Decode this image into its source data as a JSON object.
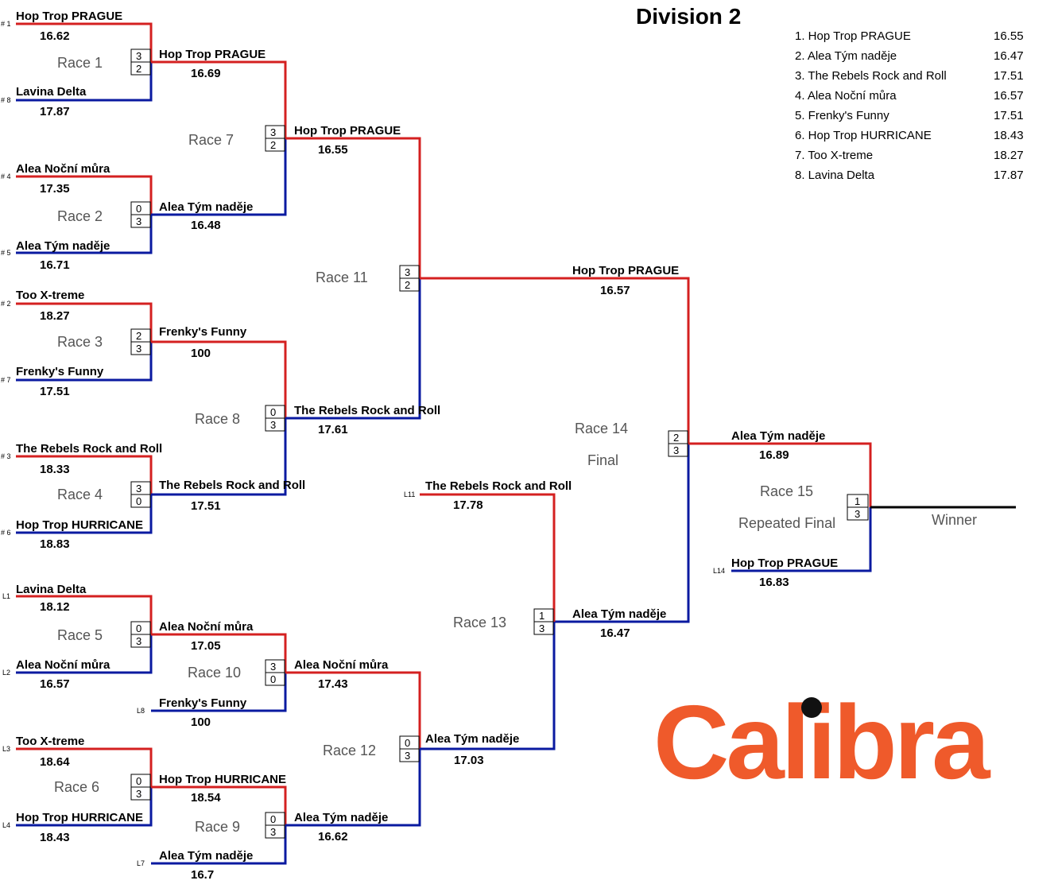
{
  "title": "Division 2",
  "standings": [
    {
      "label": "1. Hop Trop PRAGUE",
      "time": "16.55"
    },
    {
      "label": "2. Alea Tým naděje",
      "time": "16.47"
    },
    {
      "label": "3. The Rebels Rock and Roll",
      "time": "17.51"
    },
    {
      "label": "4. Alea Noční můra",
      "time": "16.57"
    },
    {
      "label": "5. Frenky's Funny",
      "time": "17.51"
    },
    {
      "label": "6. Hop Trop HURRICANE",
      "time": "18.43"
    },
    {
      "label": "7. Too X-treme",
      "time": "18.27"
    },
    {
      "label": "8. Lavina Delta",
      "time": "17.87"
    }
  ],
  "entries": [
    {
      "seed": "# 1",
      "team": "Hop Trop PRAGUE",
      "time": "16.62",
      "color": "red"
    },
    {
      "seed": "# 8",
      "team": "Lavina Delta",
      "time": "17.87",
      "color": "blue"
    },
    {
      "seed": "# 4",
      "team": "Alea Noční můra",
      "time": "17.35",
      "color": "red"
    },
    {
      "seed": "# 5",
      "team": "Alea Tým naděje",
      "time": "16.71",
      "color": "blue"
    },
    {
      "seed": "# 2",
      "team": "Too X-treme",
      "time": "18.27",
      "color": "red"
    },
    {
      "seed": "# 7",
      "team": "Frenky's Funny",
      "time": "17.51",
      "color": "blue"
    },
    {
      "seed": "# 3",
      "team": "The Rebels Rock and Roll",
      "time": "18.33",
      "color": "red"
    },
    {
      "seed": "# 6",
      "team": "Hop Trop HURRICANE",
      "time": "18.83",
      "color": "blue"
    },
    {
      "seed": "L1",
      "team": "Lavina Delta",
      "time": "18.12",
      "color": "red"
    },
    {
      "seed": "L2",
      "team": "Alea Noční můra",
      "time": "16.57",
      "color": "blue"
    },
    {
      "seed": "L8",
      "team": "Frenky's Funny",
      "time": "100",
      "color": "blue"
    },
    {
      "seed": "L3",
      "team": "Too X-treme",
      "time": "18.64",
      "color": "red"
    },
    {
      "seed": "L4",
      "team": "Hop Trop HURRICANE",
      "time": "18.43",
      "color": "blue"
    },
    {
      "seed": "L7",
      "team": "Alea Tým naděje",
      "time": "16.7",
      "color": "blue"
    },
    {
      "seed": "L11",
      "team": "The Rebels Rock and Roll",
      "time": "17.78",
      "color": "red"
    },
    {
      "seed": "L14",
      "team": "Hop Trop PRAGUE",
      "time": "16.83",
      "color": "blue"
    }
  ],
  "races": [
    {
      "name": "Race 1",
      "scores": [
        "3",
        "2"
      ],
      "winner": "Hop Trop PRAGUE",
      "time": "16.69",
      "color": "red"
    },
    {
      "name": "Race 2",
      "scores": [
        "0",
        "3"
      ],
      "winner": "Alea Tým naděje",
      "time": "16.48",
      "color": "blue"
    },
    {
      "name": "Race 3",
      "scores": [
        "2",
        "3"
      ],
      "winner": "Frenky's Funny",
      "time": "100",
      "color": "red"
    },
    {
      "name": "Race 4",
      "scores": [
        "3",
        "0"
      ],
      "winner": "The Rebels Rock and Roll",
      "time": "17.51",
      "color": "blue"
    },
    {
      "name": "Race 7",
      "scores": [
        "3",
        "2"
      ],
      "winner": "Hop Trop PRAGUE",
      "time": "16.55",
      "color": "red"
    },
    {
      "name": "Race 8",
      "scores": [
        "0",
        "3"
      ],
      "winner": "The Rebels Rock and Roll",
      "time": "17.61",
      "color": "blue"
    },
    {
      "name": "Race 11",
      "scores": [
        "3",
        "2"
      ],
      "winner": "Hop Trop PRAGUE",
      "time": "16.57",
      "color": "red"
    },
    {
      "name": "Race 5",
      "scores": [
        "0",
        "3"
      ],
      "winner": "Alea Noční můra",
      "time": "17.05",
      "color": "red"
    },
    {
      "name": "Race 6",
      "scores": [
        "0",
        "3"
      ],
      "winner": "Hop Trop HURRICANE",
      "time": "18.54",
      "color": "red"
    },
    {
      "name": "Race 10",
      "scores": [
        "3",
        "0"
      ],
      "winner": "Alea Noční můra",
      "time": "17.43",
      "color": "red"
    },
    {
      "name": "Race 9",
      "scores": [
        "0",
        "3"
      ],
      "winner": "Alea Tým naděje",
      "time": "16.62",
      "color": "blue"
    },
    {
      "name": "Race 12",
      "scores": [
        "0",
        "3"
      ],
      "winner": "Alea Tým naděje",
      "time": "17.03",
      "color": "blue"
    },
    {
      "name": "Race 13",
      "scores": [
        "1",
        "3"
      ],
      "winner": "Alea Tým naděje",
      "time": "16.47",
      "color": "blue"
    },
    {
      "name": "Race 14",
      "subtitle": "Final",
      "scores": [
        "2",
        "3"
      ],
      "winner": "Alea Tým naděje",
      "time": "16.89",
      "color": "red"
    },
    {
      "name": "Race 15",
      "subtitle": "Repeated Final",
      "scores": [
        "1",
        "3"
      ],
      "winner": "Winner",
      "time": "",
      "color": "black"
    }
  ],
  "logo": "Calibra",
  "colors": {
    "red": "#d42020",
    "blue": "#0a1aa0",
    "logo": "#ef5a2b"
  }
}
